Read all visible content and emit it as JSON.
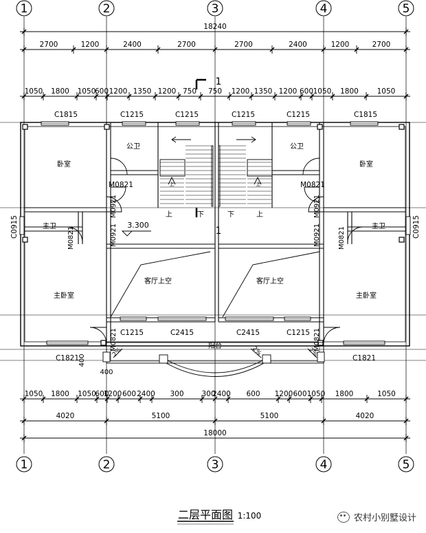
{
  "axis_labels": [
    "1",
    "2",
    "3",
    "4",
    "5"
  ],
  "dims": {
    "total_top": "18240",
    "top_row1": [
      "2700",
      "1200",
      "2400",
      "2700",
      "2700",
      "2400",
      "1200",
      "2700"
    ],
    "top_row2": [
      "1050",
      "1800",
      "1050",
      "600",
      "1200",
      "1350",
      "1200",
      "750",
      "750",
      "1200",
      "1350",
      "1200",
      "600",
      "1050",
      "1800",
      "1050"
    ],
    "bottom_row1": [
      "1050",
      "1800",
      "1050",
      "600",
      "1200",
      "600",
      "2400",
      "300",
      "300",
      "2400",
      "600",
      "1200",
      "600",
      "1050",
      "1800",
      "1050"
    ],
    "bottom_row2": [
      "4020",
      "5100",
      "5100",
      "4020"
    ],
    "total_bottom": "18000",
    "small": [
      "400",
      "400"
    ]
  },
  "rooms": {
    "bedroom": "卧室",
    "public_bath": "公卫",
    "master_bath": "主卫",
    "master_bedroom": "主卧室",
    "living_void": "客厅上空",
    "balcony": "阳台"
  },
  "windows": {
    "c1815": "C1815",
    "c1215": "C1215",
    "c0915": "C0915",
    "c1821": "C1821",
    "c2415": "C2415"
  },
  "doors": {
    "m0821": "M0821",
    "m0921": "M0921"
  },
  "stair": {
    "up": "上",
    "down": "下",
    "up_mark": "上"
  },
  "elevation": "3.300",
  "section_marks": [
    "1",
    "1"
  ],
  "slope": "2%",
  "title": {
    "main": "二层平面图",
    "scale": "1:100"
  },
  "watermark": "农村小别墅设计"
}
